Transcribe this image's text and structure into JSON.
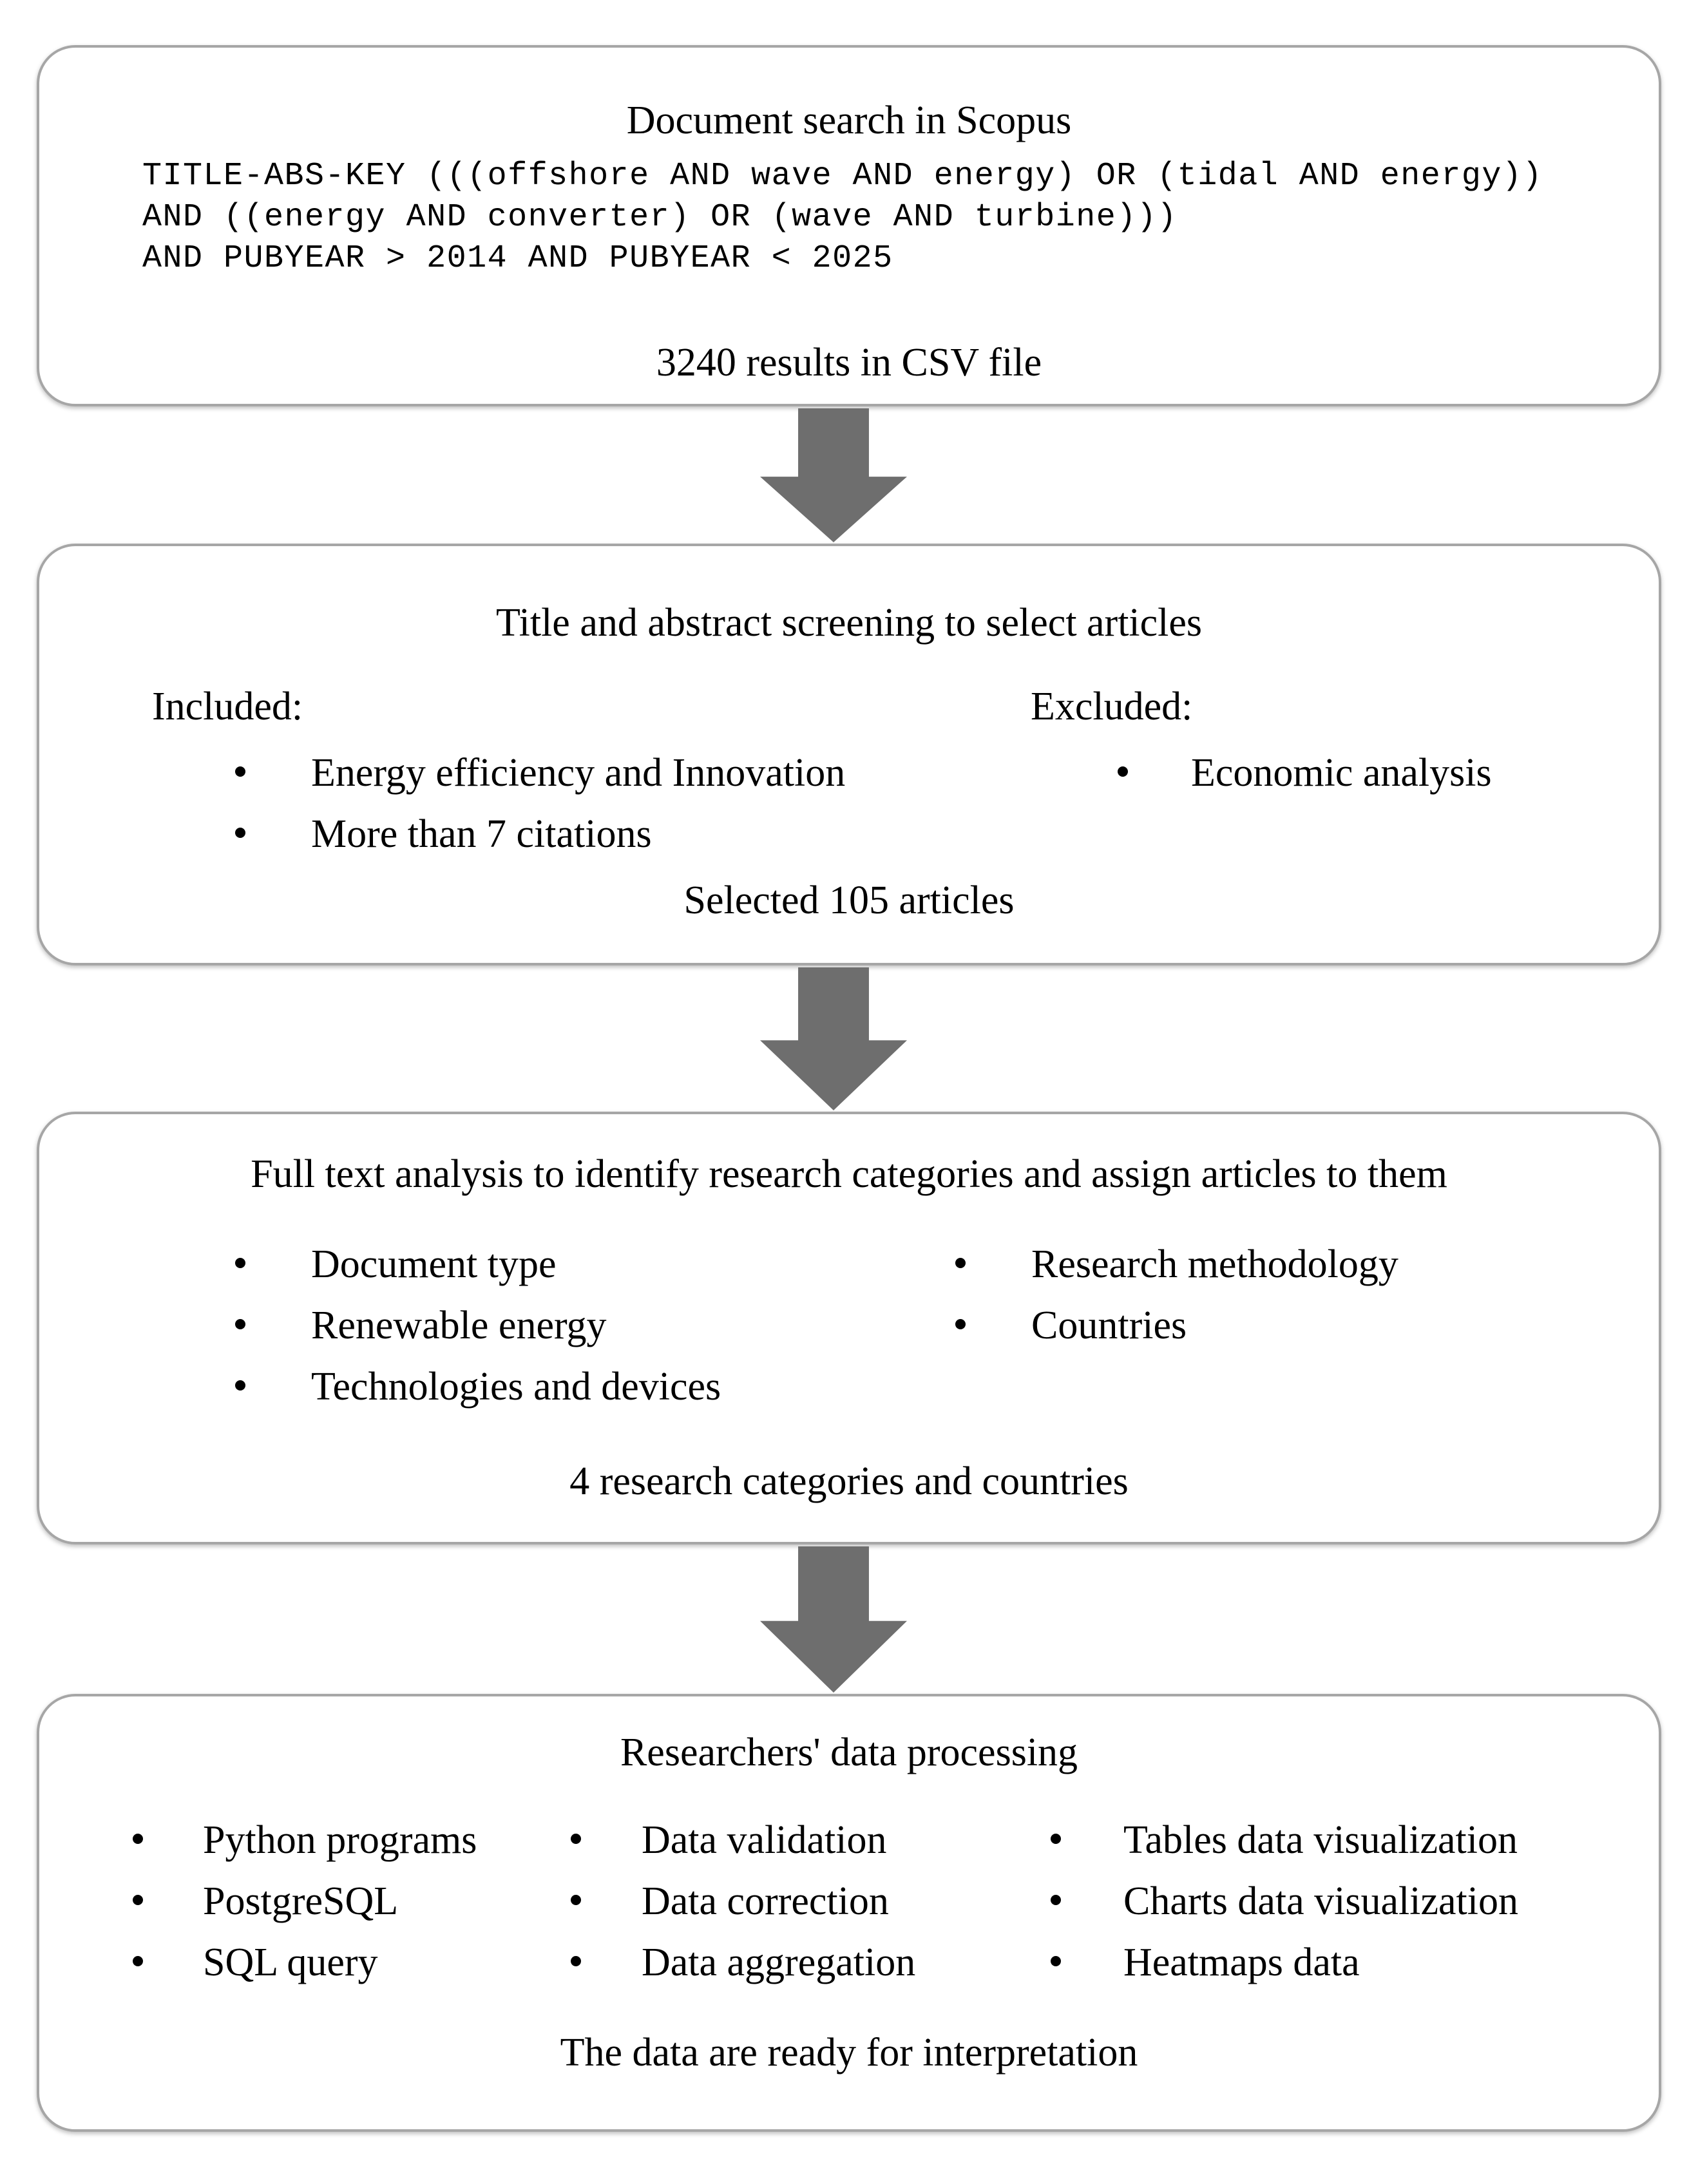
{
  "flow": {
    "box1": {
      "title": "Document search in Scopus",
      "query_lines": [
        "TITLE-ABS-KEY (((offshore AND wave AND energy) OR (tidal AND energy))",
        "AND ((energy AND converter) OR (wave AND turbine)))",
        "AND PUBYEAR > 2014 AND PUBYEAR < 2025"
      ],
      "result": "3240 results in CSV file"
    },
    "box2": {
      "title": "Title and abstract screening to select articles",
      "included_label": "Included:",
      "excluded_label": "Excluded:",
      "included_items": [
        "Energy efficiency and Innovation",
        "More than 7 citations"
      ],
      "excluded_items": [
        "Economic analysis"
      ],
      "result": "Selected 105 articles"
    },
    "box3": {
      "title": "Full text analysis to identify research categories and assign articles to them",
      "left_items": [
        "Document type",
        "Renewable energy",
        "Technologies and devices"
      ],
      "right_items": [
        "Research methodology",
        "Countries"
      ],
      "result": "4 research categories and countries"
    },
    "box4": {
      "title": "Researchers' data processing",
      "col1_items": [
        "Python programs",
        "PostgreSQL",
        "SQL query"
      ],
      "col2_items": [
        "Data validation",
        "Data correction",
        "Data aggregation"
      ],
      "col3_items": [
        "Tables data visualization",
        "Charts data visualization",
        "Heatmaps data"
      ],
      "result": "The data are ready for interpretation"
    },
    "colors": {
      "arrow": "#6e6e6e",
      "box_border": "#a6a6a6",
      "text": "#000000",
      "background": "#ffffff"
    }
  }
}
